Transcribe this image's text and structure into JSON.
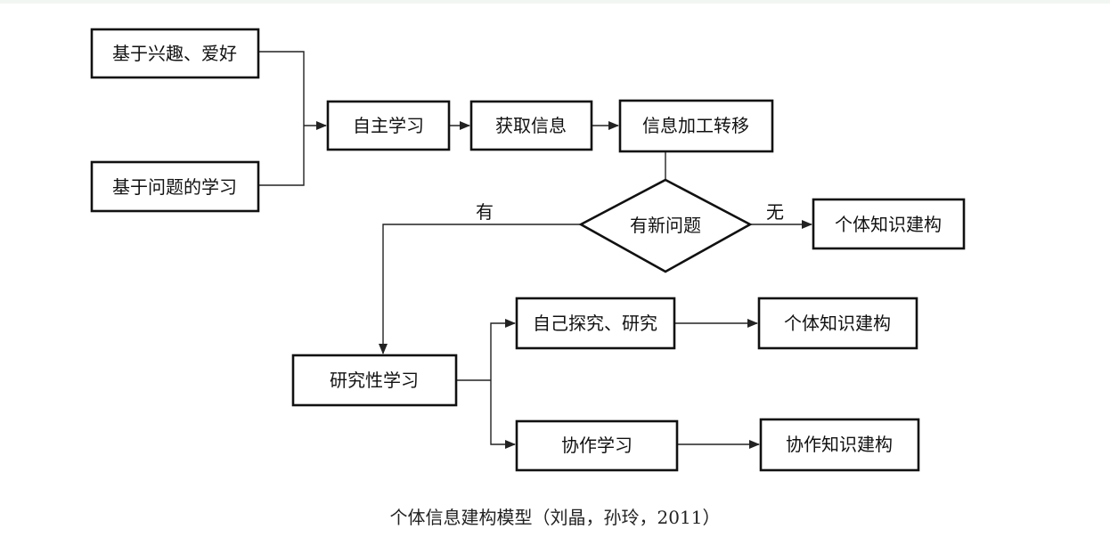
{
  "nodes": {
    "interest": "基于兴趣、爱好",
    "problem_learning": "基于问题的学习",
    "self_study": "自主学习",
    "acquire_info": "获取信息",
    "process_info": "信息加工转移",
    "new_question": "有新问题",
    "individual_knowledge_1": "个体知识建构",
    "research_learning": "研究性学习",
    "self_explore": "自己探究、研究",
    "individual_knowledge_2": "个体知识建构",
    "collab_learning": "协作学习",
    "collab_knowledge": "协作知识建构"
  },
  "edges": {
    "yes": "有",
    "no": "无"
  },
  "caption": "个体信息建构模型（刘晶，孙玲，2011）"
}
